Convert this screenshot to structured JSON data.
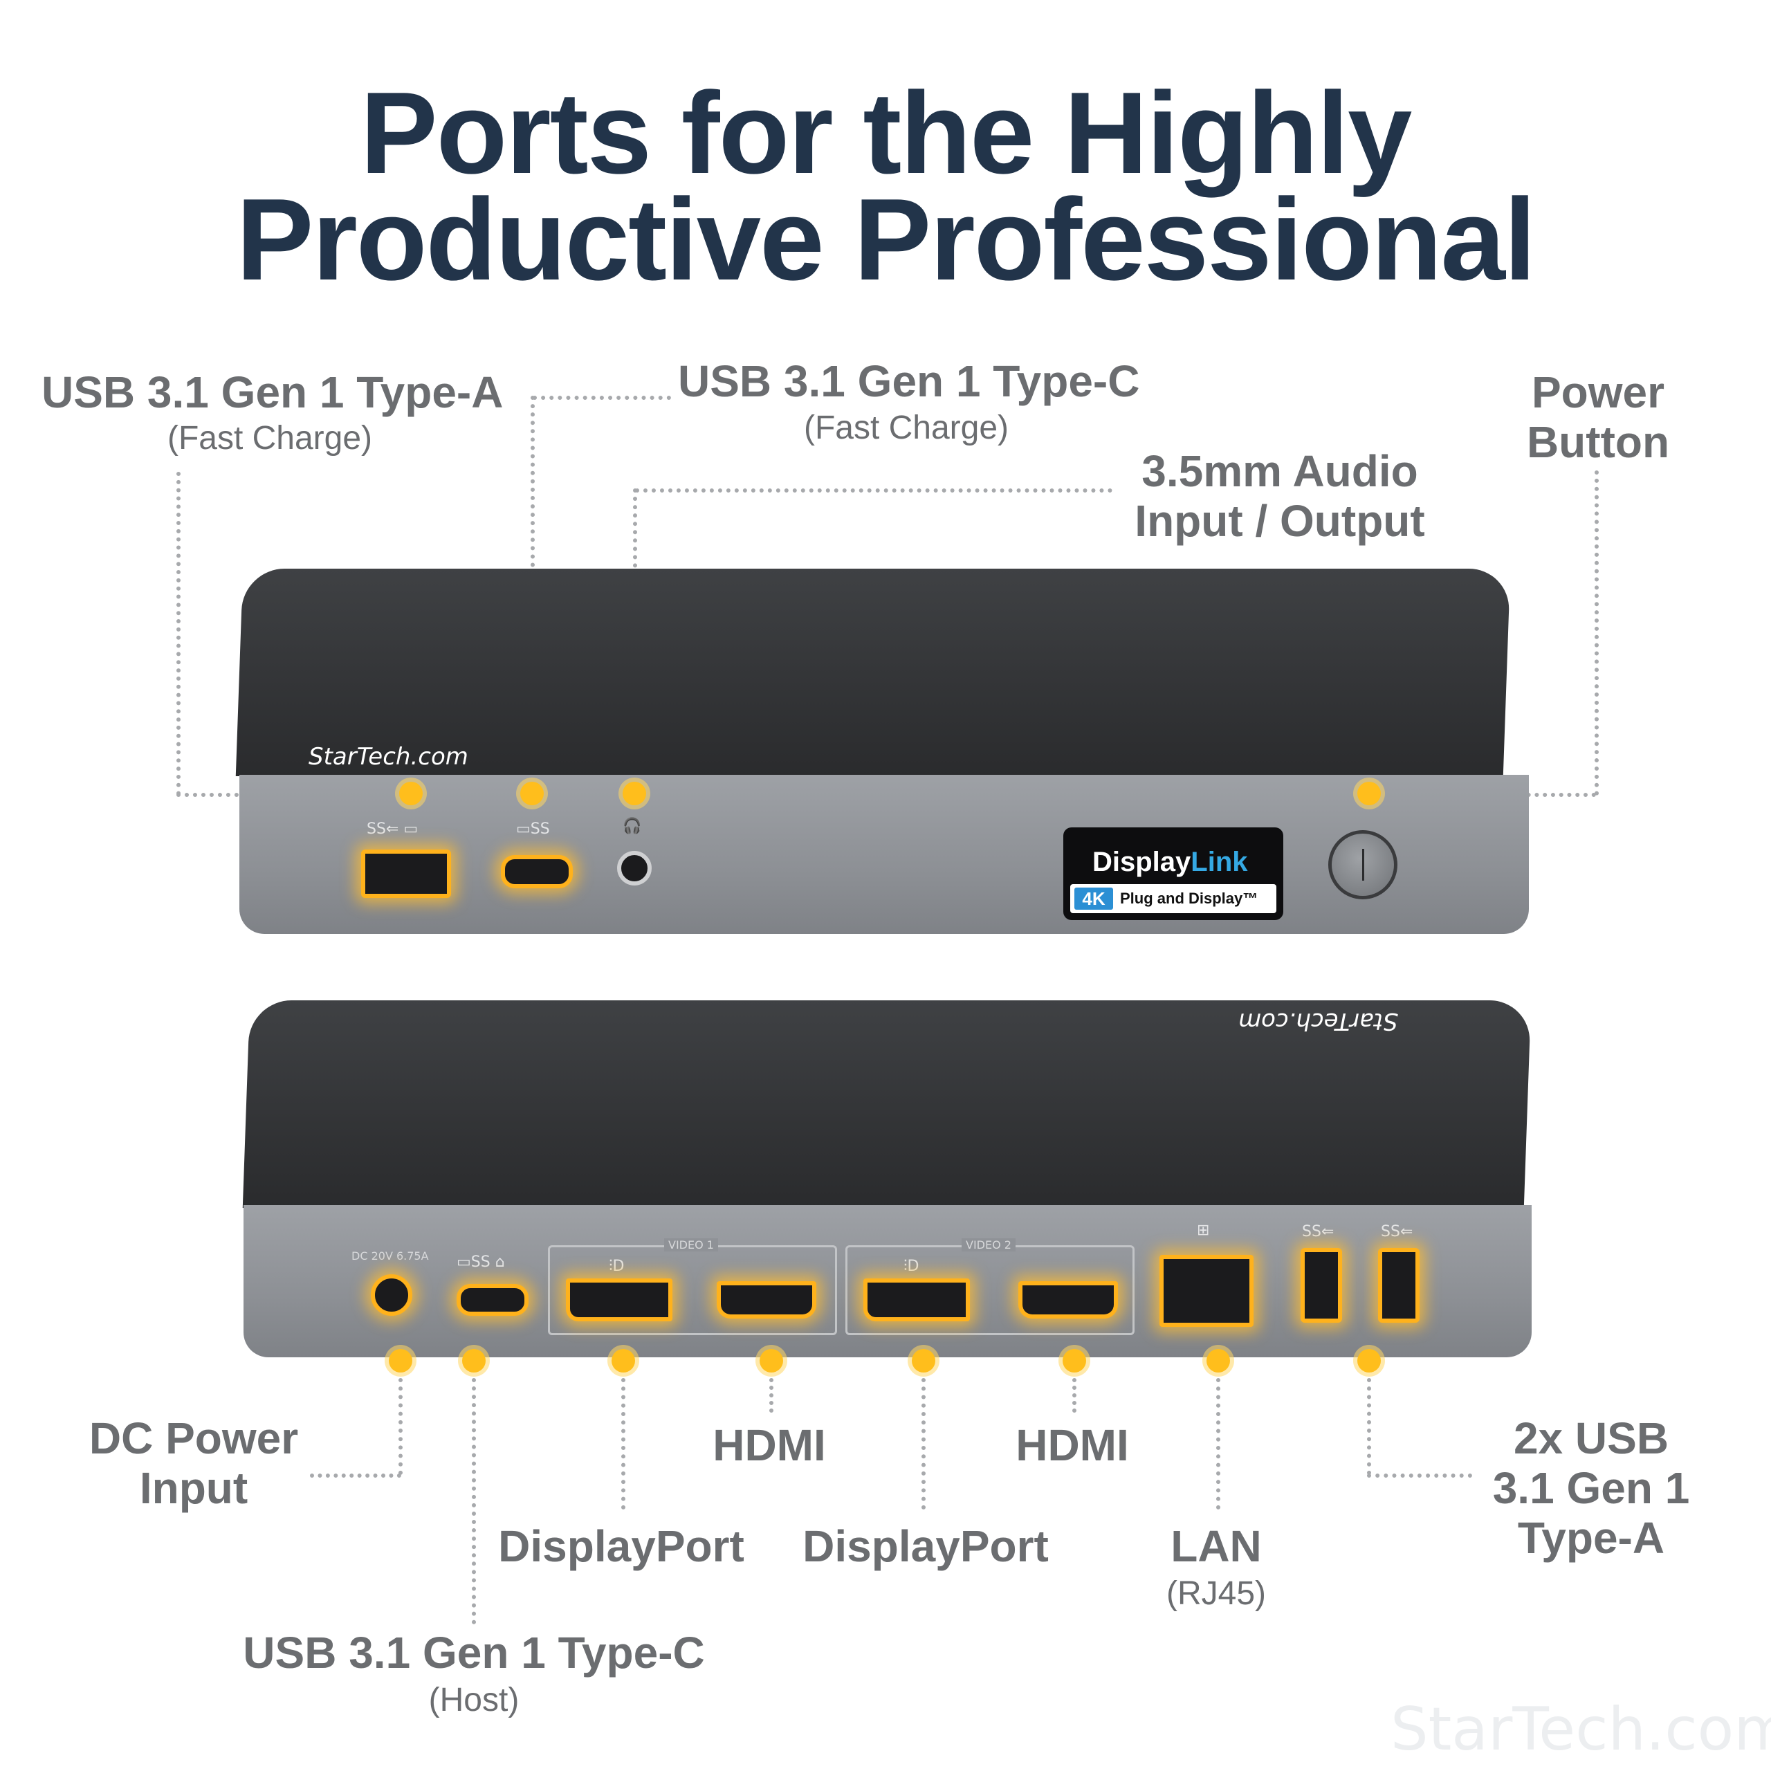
{
  "headline": {
    "line1": "Ports for the Highly",
    "line2": "Productive Professional"
  },
  "front_labels": {
    "usb_a_title": "USB 3.1 Gen 1 Type-A",
    "usb_a_sub": "(Fast Charge)",
    "usb_c_title": "USB 3.1 Gen 1 Type-C",
    "usb_c_sub": "(Fast Charge)",
    "audio_line1": "3.5mm Audio",
    "audio_line2": "Input / Output",
    "power_line1": "Power",
    "power_line2": "Button"
  },
  "front_device": {
    "brand": "StarTech.com",
    "displaylink_name_a": "Display",
    "displaylink_name_b": "Link",
    "displaylink_4k": "4K",
    "displaylink_tag": "Plug and Display™"
  },
  "rear_device": {
    "brand": "StarTech.com",
    "dc_rating": "DC 20V 6.75A",
    "video1": "VIDEO 1",
    "video2": "VIDEO 2"
  },
  "rear_labels": {
    "dc_line1": "DC Power",
    "dc_line2": "Input",
    "hdmi1": "HDMI",
    "hdmi2": "HDMI",
    "dp1": "DisplayPort",
    "dp2": "DisplayPort",
    "lan": "LAN",
    "lan_sub": "(RJ45)",
    "usb_line1": "2x USB",
    "usb_line2": "3.1 Gen 1",
    "usb_line3": "Type-A",
    "host_title": "USB 3.1 Gen 1 Type-C",
    "host_sub": "(Host)"
  },
  "watermark": "StarTech.com",
  "colors": {
    "headline": "#22344a",
    "label": "#6b6d70",
    "marker": "#ffbe1c",
    "port_glow": "#ffb21c",
    "displaylink_blue": "#35a9e4"
  },
  "icons": [
    "marker-dot",
    "usb-ss-icon",
    "headphone-icon",
    "displayport-icon",
    "network-icon",
    "power-icon"
  ]
}
